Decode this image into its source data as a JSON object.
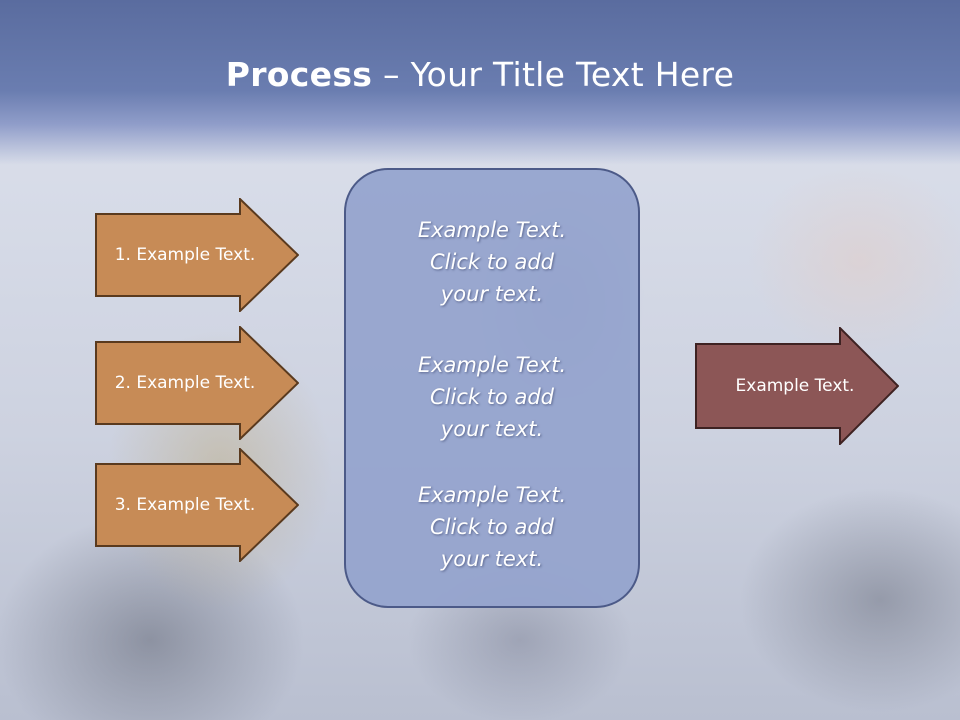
{
  "title": {
    "bold": "Process",
    "rest": " – Your Title Text Here"
  },
  "left_arrows": [
    {
      "label": "1. Example Text."
    },
    {
      "label": "2. Example Text."
    },
    {
      "label": "3. Example Text."
    }
  ],
  "center_blocks": [
    {
      "line1": "Example Text.",
      "line2": "Click  to add",
      "line3": "your text."
    },
    {
      "line1": "Example Text.",
      "line2": "Click  to add",
      "line3": "your text."
    },
    {
      "line1": "Example Text.",
      "line2": "Click  to add",
      "line3": "your text."
    }
  ],
  "right_arrow": {
    "label": "Example Text."
  },
  "colors": {
    "left_arrow_fill": "#c78b56",
    "left_arrow_border": "#5a3a1e",
    "right_arrow_fill": "#8c5656",
    "right_arrow_border": "#3e2222",
    "center_fill": "#94a3cd",
    "title_bar": "#5a6c9f"
  }
}
